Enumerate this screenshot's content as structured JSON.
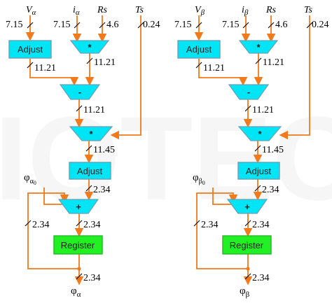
{
  "watermark": "IOTECH",
  "colors": {
    "wire": "#f07a1c",
    "block_blue": "#00e5f5",
    "block_blue_border": "#6a9fb5",
    "register_green": "#22f022",
    "register_border": "#2bb52b"
  },
  "alpha": {
    "inputs": {
      "v": "V",
      "v_sub": "α",
      "i": "i",
      "i_sub": "α",
      "rs": "Rs",
      "ts": "Ts"
    },
    "input_widths": {
      "v": "7.15",
      "i": "7.15",
      "rs": "4.6",
      "ts": "0.24"
    },
    "adjust1_label": "Adjust",
    "mult1_label": "*",
    "sub_label": "-",
    "mult2_label": "*",
    "adjust2_label": "Adjust",
    "add_label": "+",
    "register_label": "Register",
    "widths": {
      "adjust1_out": "11.21",
      "mult1_out": "11.21",
      "sub_out": "11.21",
      "mult2_out": "11.45",
      "adjust2_out": "2.34",
      "add_out": "2.34",
      "feedback": "2.34",
      "output": "2.34"
    },
    "init": {
      "base": "φ",
      "sub": "α",
      "sub2": "0"
    },
    "output_label": {
      "base": "φ",
      "sub": "α"
    }
  },
  "beta": {
    "inputs": {
      "v": "V",
      "v_sub": "β",
      "i": "i",
      "i_sub": "β",
      "rs": "Rs",
      "ts": "Ts"
    },
    "input_widths": {
      "v": "7.15",
      "i": "7.15",
      "rs": "4.6",
      "ts": "0.24"
    },
    "adjust1_label": "Adjust",
    "mult1_label": "*",
    "sub_label": "-",
    "mult2_label": "*",
    "adjust2_label": "Adjust",
    "add_label": "+",
    "register_label": "Register",
    "widths": {
      "adjust1_out": "11.21",
      "mult1_out": "11.21",
      "sub_out": "11.21",
      "mult2_out": "11.45",
      "adjust2_out": "2.34",
      "add_out": "2.34",
      "feedback": "2.34",
      "output": "2.34"
    },
    "init": {
      "base": "φ",
      "sub": "β",
      "sub2": "0"
    },
    "output_label": {
      "base": "φ",
      "sub": "β"
    }
  }
}
